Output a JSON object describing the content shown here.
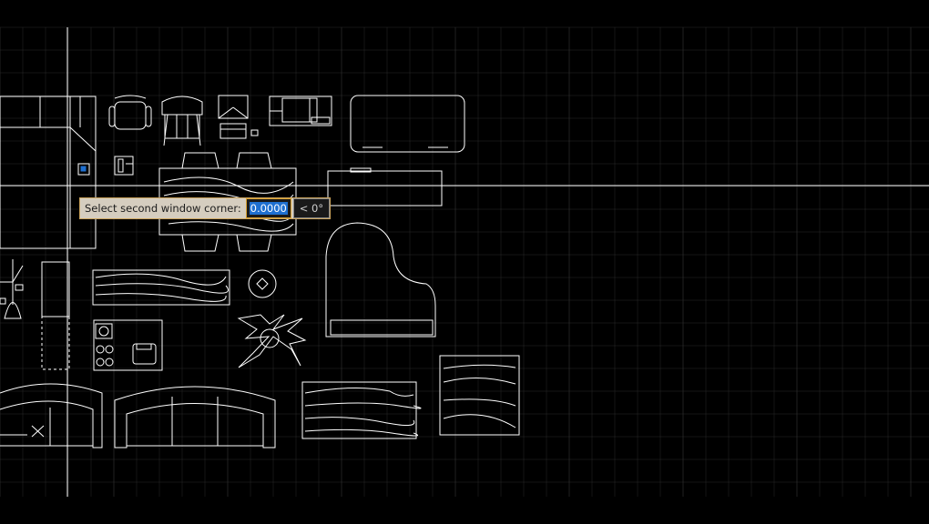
{
  "command_tooltip": {
    "prompt": "Select second window corner:",
    "value": "0.0000",
    "angle": "< 0°"
  },
  "colors": {
    "background": "#000000",
    "grid": "#2a2a2a",
    "crosshair": "#ffffff",
    "geometry": "#ffffff",
    "tooltip_bg": "#d5cdbf",
    "tooltip_border": "#caa35c",
    "selection": "#1e6fd0"
  }
}
